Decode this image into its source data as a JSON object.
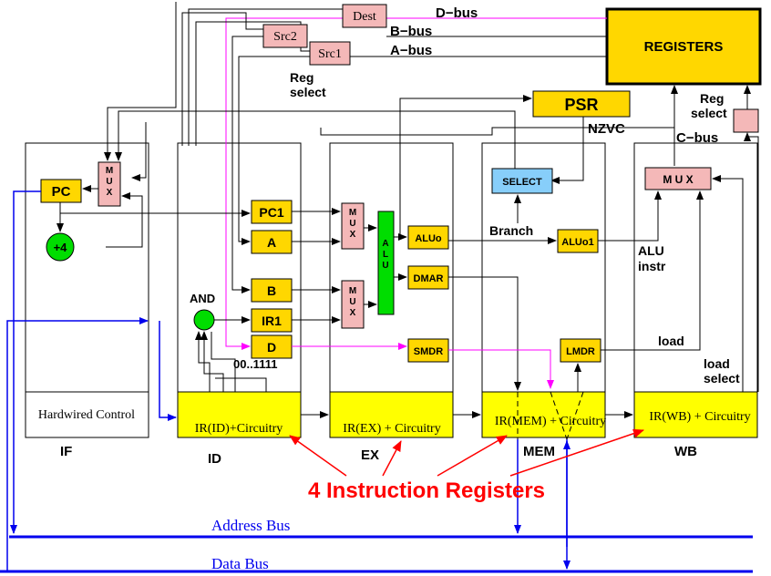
{
  "colors": {
    "yellow": "#ffd700",
    "bright_yellow": "#ffff00",
    "pink": "#f4b8b8",
    "green": "#00dd00",
    "blue_select": "#87cefa",
    "red": "#ff0000",
    "blue": "#0000ee",
    "magenta": "#ff00ff"
  },
  "buses": {
    "d_bus": "D−bus",
    "b_bus": "B−bus",
    "a_bus": "A−bus",
    "c_bus": "C−bus",
    "address_bus": "Address Bus",
    "data_bus": "Data Bus"
  },
  "registers_file": "REGISTERS",
  "src_boxes": {
    "dest": "Dest",
    "src2": "Src2",
    "src1": "Src1"
  },
  "reg_select_left": [
    "Reg",
    "select"
  ],
  "reg_select_right": [
    "Reg",
    "select"
  ],
  "psr": "PSR",
  "nzvc": "NZVC",
  "stages": {
    "if": "IF",
    "id": "ID",
    "ex": "EX",
    "mem": "MEM",
    "wb": "WB"
  },
  "if_stage": {
    "pc": "PC",
    "mux": "M\nU\nX",
    "plus4": "+4",
    "hardwired_control": "Hardwired Control"
  },
  "id_stage": {
    "pc1": "PC1",
    "a": "A",
    "b": "B",
    "ir1": "IR1",
    "d": "D",
    "and_label": "AND",
    "const_label": "00..1111",
    "ir_box": "IR(ID)+Circuitry"
  },
  "ex_stage": {
    "mux1": "M\nU\nX",
    "mux2": "M\nU\nX",
    "alu": "A\nL\nU",
    "aluo": "ALUo",
    "dmar": "DMAR",
    "smdr": "SMDR",
    "ir_box": "IR(EX) + Circuitry"
  },
  "mem_stage": {
    "select": "SELECT",
    "branch": "Branch",
    "aluo1": "ALUo1",
    "lmdr": "LMDR",
    "ir_box": "IR(MEM) + Circuitry"
  },
  "wb_stage": {
    "mux": "M U X",
    "alu_instr": [
      "ALU",
      "instr"
    ],
    "load": "load",
    "load_select": [
      "load",
      "select"
    ],
    "ir_box": "IR(WB) + Circuitry"
  },
  "instruction_registers_label": "4 Instruction Registers"
}
